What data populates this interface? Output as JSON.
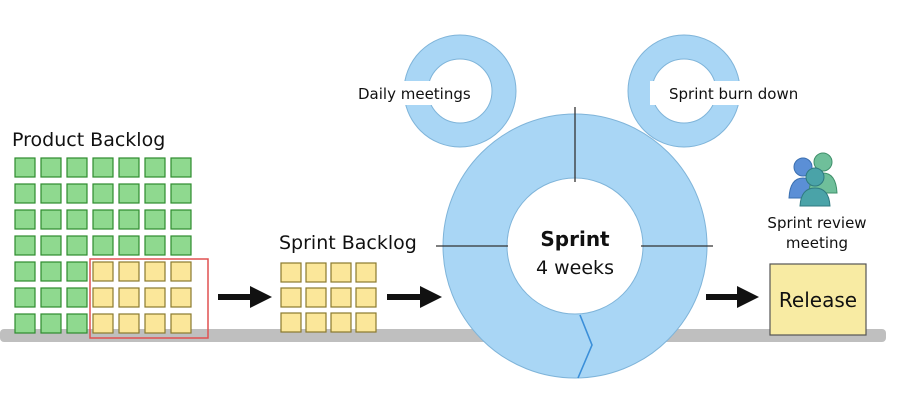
{
  "product_backlog": {
    "label": "Product Backlog",
    "rows": 7,
    "cols": 7,
    "selected_rows": 3,
    "selected_cols": 4
  },
  "sprint_backlog": {
    "label": "Sprint Backlog",
    "rows": 3,
    "cols": 4
  },
  "sprint": {
    "title": "Sprint",
    "duration": "4 weeks"
  },
  "daily_meetings": {
    "label": "Daily meetings"
  },
  "burn_down": {
    "label": "Sprint burn down"
  },
  "review": {
    "label_line1": "Sprint review",
    "label_line2": "meeting"
  },
  "release": {
    "label": "Release"
  },
  "colors": {
    "backlog_item": "#8fd98f",
    "backlog_border": "#2e8b2e",
    "sprint_item": "#fbe79a",
    "sprint_item_border": "#8a7a2e",
    "selection": "#e05050",
    "cycle": "#a9d6f5",
    "cycle_border": "#7fb4d9",
    "release_fill": "#f8eba3",
    "baseline": "#bfbfbf",
    "arrow": "#111111"
  }
}
